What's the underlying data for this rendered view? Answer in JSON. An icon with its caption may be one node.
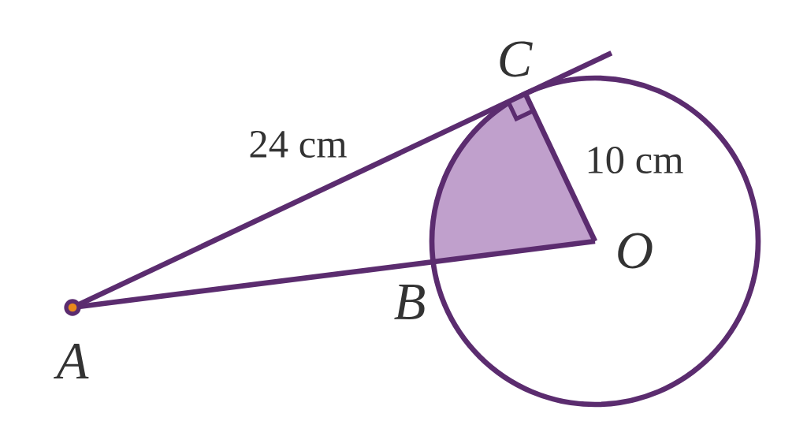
{
  "diagram": {
    "labels": [
      "C",
      "24 cm",
      "10 cm",
      "O",
      "B",
      "A"
    ]
  }
}
